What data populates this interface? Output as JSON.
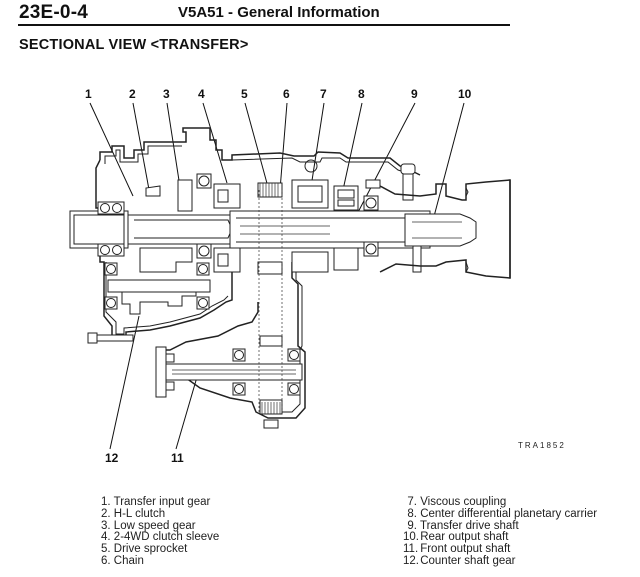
{
  "header": {
    "page_number": "23E-0-4",
    "title": "V5A51  -  General Information"
  },
  "section": {
    "title": "SECTIONAL VIEW <TRANSFER>"
  },
  "figure": {
    "code": "TRA1852",
    "callouts": [
      "1",
      "2",
      "3",
      "4",
      "5",
      "6",
      "7",
      "8",
      "9",
      "10",
      "11",
      "12"
    ]
  },
  "legend": {
    "left": [
      {
        "num": "1.",
        "label": "Transfer input gear"
      },
      {
        "num": "2.",
        "label": "H-L clutch"
      },
      {
        "num": "3.",
        "label": "Low speed gear"
      },
      {
        "num": "4.",
        "label": "2-4WD clutch sleeve"
      },
      {
        "num": "5.",
        "label": "Drive sprocket"
      },
      {
        "num": "6.",
        "label": "Chain"
      }
    ],
    "right": [
      {
        "num": "7.",
        "label": "Viscous coupling"
      },
      {
        "num": "8.",
        "label": "Center differential planetary carrier"
      },
      {
        "num": "9.",
        "label": "Transfer drive shaft"
      },
      {
        "num": "10.",
        "label": "Rear output shaft"
      },
      {
        "num": "11.",
        "label": "Front output shaft"
      },
      {
        "num": "12.",
        "label": "Counter shaft gear"
      }
    ]
  }
}
